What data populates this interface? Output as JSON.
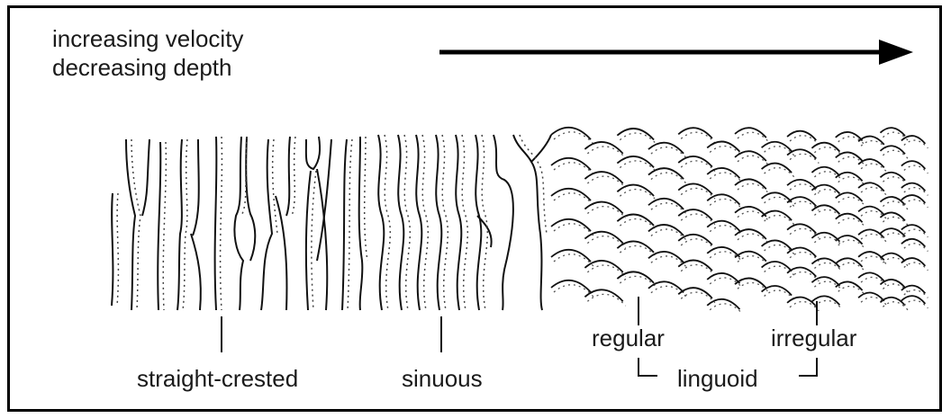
{
  "header": {
    "line1": "increasing velocity",
    "line2": "decreasing depth"
  },
  "labels": {
    "straight": "straight-crested",
    "sinuous": "sinuous",
    "regular": "regular",
    "irregular": "irregular",
    "linguoid": "linguoid"
  }
}
